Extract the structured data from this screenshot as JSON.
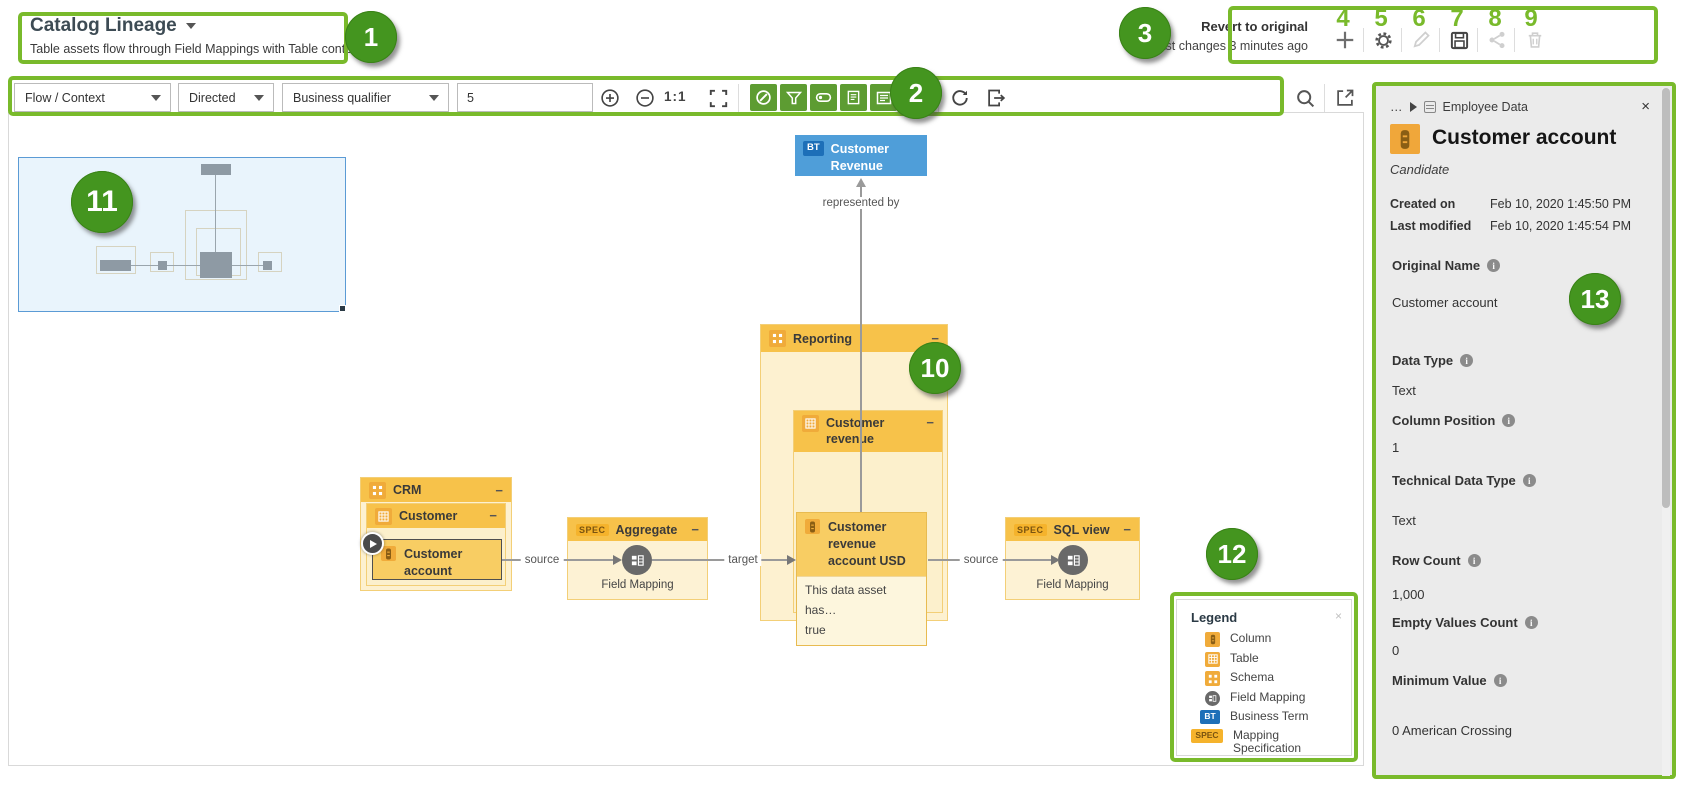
{
  "header": {
    "title": "Catalog Lineage",
    "subtitle": "Table assets flow through Field Mappings with Table context",
    "revert_title": "Revert to original",
    "revert_subtitle": "last changes 3 minutes ago"
  },
  "toolbar": {
    "layout_select": "Flow / Context",
    "direction_select": "Directed",
    "qualifier_select": "Business qualifier",
    "depth_input": "5",
    "zoom_level": "1:1"
  },
  "annotations": {
    "badges": {
      "b1": "1",
      "b2": "2",
      "b3": "3",
      "b4": "4",
      "b5": "5",
      "b6": "6",
      "b7": "7",
      "b8": "8",
      "b9": "9",
      "b10": "10",
      "b11": "11",
      "b12": "12",
      "b13": "13"
    }
  },
  "diagram": {
    "business_term": {
      "chip": "BT",
      "label": "Customer Revenue"
    },
    "edge_labels": {
      "represented_by": "represented by",
      "source1": "source",
      "target": "target",
      "source2": "source"
    },
    "crm": {
      "schema": "CRM",
      "table": "Customer",
      "column": "Customer account",
      "collapse": "−"
    },
    "aggregate": {
      "chip": "SPEC",
      "title": "Aggregate",
      "mapping": "Field Mapping",
      "collapse": "−"
    },
    "sqlview": {
      "chip": "SPEC",
      "title": "SQL view",
      "mapping": "Field Mapping",
      "collapse": "−"
    },
    "reporting": {
      "schema": "Reporting",
      "table": "Customer revenue",
      "column": "Customer revenue account USD",
      "attr1": "This data asset has…",
      "attr2": "true",
      "collapse": "−"
    }
  },
  "legend": {
    "title": "Legend",
    "close": "×",
    "items": [
      {
        "label": "Column"
      },
      {
        "label": "Table"
      },
      {
        "label": "Schema"
      },
      {
        "label": "Field Mapping"
      },
      {
        "label": "Business Term",
        "chip": "BT"
      },
      {
        "label": "Mapping Specification",
        "chip": "SPEC"
      }
    ]
  },
  "panel": {
    "breadcrumb": {
      "ellipsis": "…",
      "parent": "Employee Data"
    },
    "close": "×",
    "title": "Customer account",
    "status": "Candidate",
    "created_label": "Created on",
    "created_value": "Feb 10, 2020 1:45:50 PM",
    "modified_label": "Last modified",
    "modified_value": "Feb 10, 2020 1:45:54 PM",
    "attributes": [
      {
        "label": "Original Name",
        "value": "Customer account"
      },
      {
        "label": "Data Type",
        "value": "Text"
      },
      {
        "label": "Column Position",
        "value": "1"
      },
      {
        "label": "Technical Data Type",
        "value": "Text"
      },
      {
        "label": "Row Count",
        "value": "1,000"
      },
      {
        "label": "Empty Values Count",
        "value": "0"
      },
      {
        "label": "Minimum Value",
        "value": "0 American Crossing"
      }
    ]
  },
  "colors": {
    "annotation_green": "#79ba2b",
    "badge_green": "#44951f",
    "toggle_green": "#5d9c32",
    "node_orange_header": "#f7c24a",
    "node_orange_selected": "#f8cd63",
    "business_term_blue": "#4f9ed9",
    "field_mapping_gray": "#696969"
  }
}
